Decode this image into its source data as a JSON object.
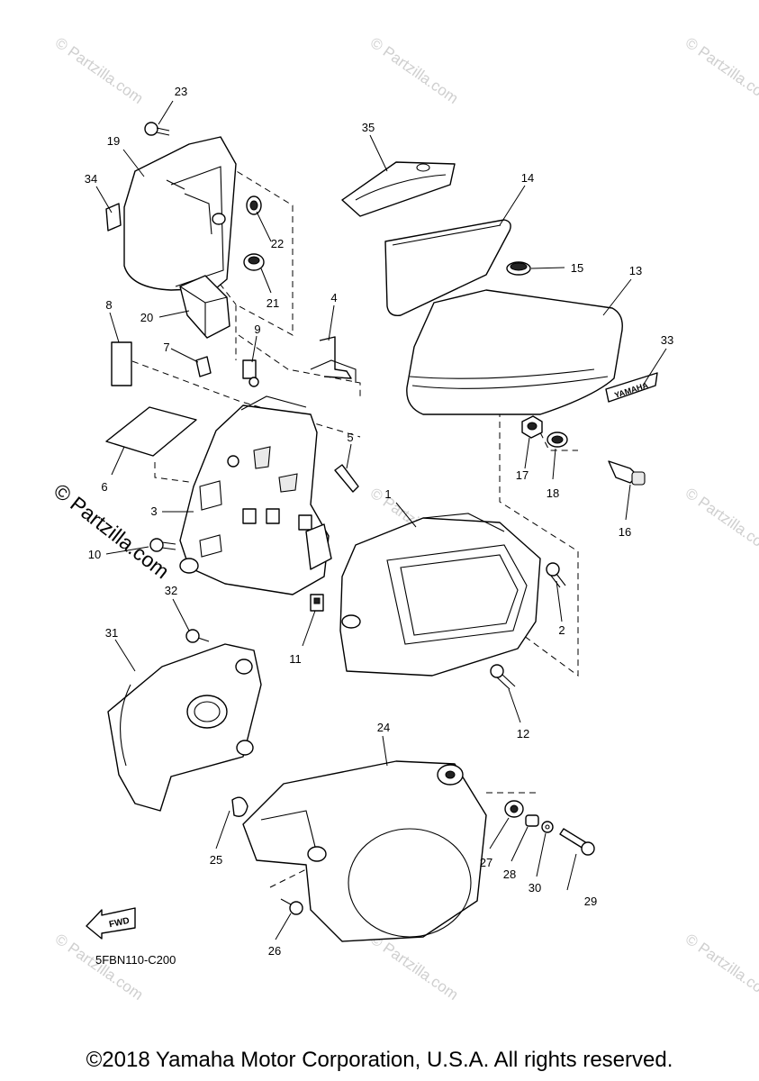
{
  "watermark": {
    "text": "© Partzilla.com",
    "prominent_text": "© Partzilla.com",
    "color": "#cfcfcf"
  },
  "callouts": [
    "1",
    "2",
    "3",
    "4",
    "5",
    "6",
    "7",
    "8",
    "9",
    "10",
    "11",
    "12",
    "13",
    "14",
    "15",
    "16",
    "17",
    "18",
    "19",
    "20",
    "21",
    "22",
    "23",
    "24",
    "25",
    "26",
    "27",
    "28",
    "29",
    "30",
    "31",
    "32",
    "33",
    "34",
    "35"
  ],
  "decal_text": "YAMAHA",
  "fwd_label": "FWD",
  "diagram_code": "5FBN110-C200",
  "copyright": "©2018 Yamaha Motor Corporation, U.S.A. All rights reserved."
}
